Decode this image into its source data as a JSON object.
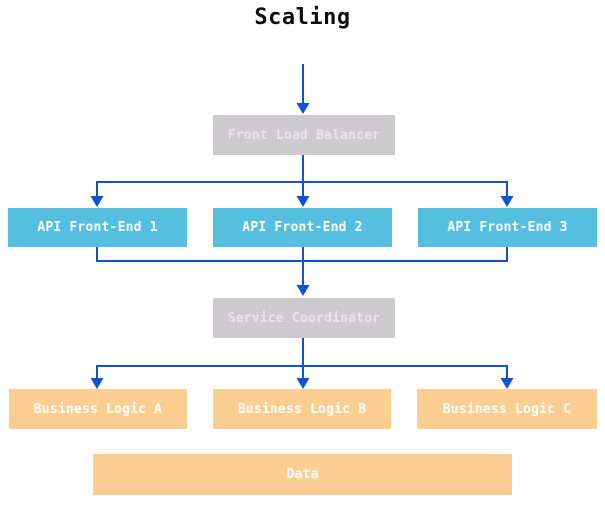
{
  "title": "Scaling",
  "colors": {
    "arrow_blue": "#0d53d6",
    "node_blue": "#55bfdf",
    "node_orange": "#fcce92",
    "node_gray": "#cdcbcd",
    "title_text": "#0d0d0d",
    "label_text_light": "#ffffff",
    "label_text_gray": "#e8e6e6"
  },
  "nodes": {
    "load_balancer": {
      "label": "Front Load Balancer"
    },
    "api_front_end_1": {
      "label": "API Front-End 1"
    },
    "api_front_end_2": {
      "label": "API Front-End 2"
    },
    "api_front_end_3": {
      "label": "API Front-End 3"
    },
    "coordinator": {
      "label": "Service Coordinator"
    },
    "logic_a": {
      "label": "Business Logic A"
    },
    "logic_b": {
      "label": "Business Logic B"
    },
    "logic_c": {
      "label": "Business Logic C"
    },
    "data_store": {
      "label": "Data"
    }
  }
}
